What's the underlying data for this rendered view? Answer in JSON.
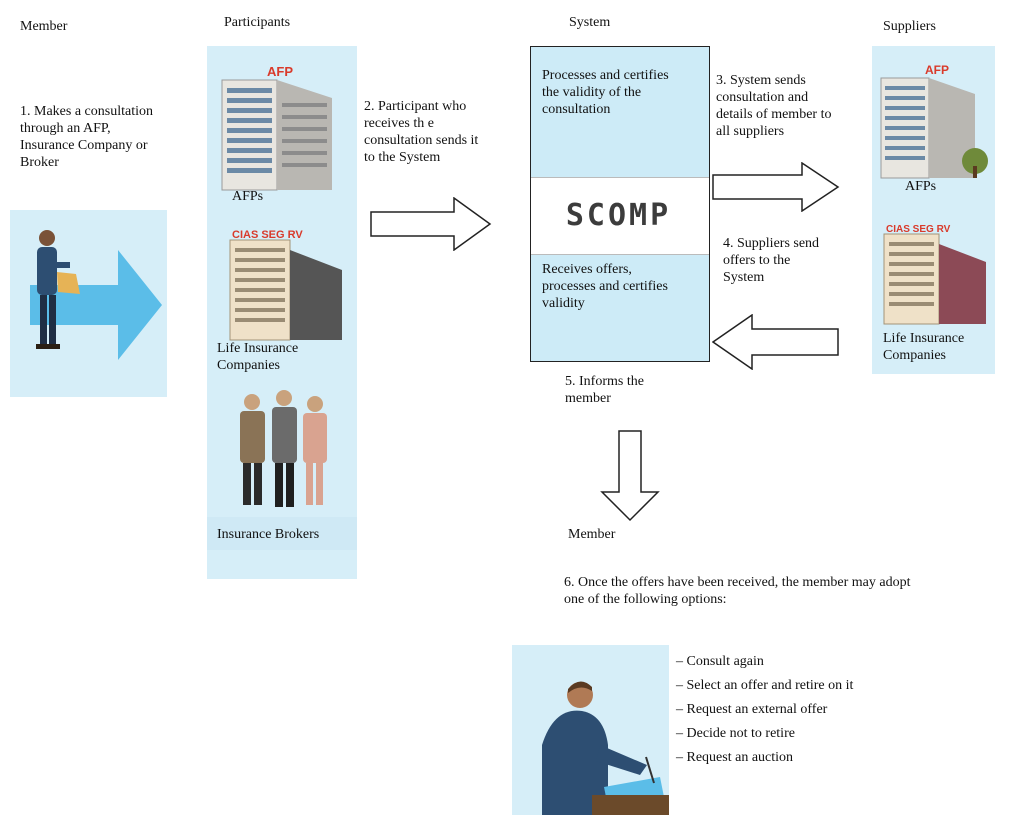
{
  "headers": {
    "member": "Member",
    "participants": "Participants",
    "system": "System",
    "suppliers": "Suppliers",
    "member_bottom": "Member"
  },
  "steps": {
    "step1": [
      "1. Makes a consultation",
      "through an AFP,",
      "Insurance Company or",
      "Broker"
    ],
    "step2": [
      "2. Participant who",
      "receives th e",
      "consultation sends it",
      "to the System"
    ],
    "step3": [
      "3. System sends",
      "consultation and",
      "details of member to",
      "all suppliers"
    ],
    "step4": [
      "4. Suppliers send",
      "offers to the",
      "System"
    ],
    "step5": [
      "5. Informs the",
      "member"
    ],
    "step6": [
      "6. Once the offers have been received, the member may adopt",
      "one of the following options:"
    ]
  },
  "participants": {
    "afps": "AFPs",
    "life_insurance": [
      "Life Insurance",
      "Companies"
    ],
    "brokers": "Insurance Brokers"
  },
  "suppliers": {
    "afps": "AFPs",
    "life_insurance": [
      "Life Insurance",
      "Companies"
    ]
  },
  "system_box": {
    "top_text": [
      "Processes and certifies",
      "the validity of the",
      "consultation"
    ],
    "logo": "SCOMP",
    "bottom_text": [
      "Receives offers,",
      "processes and certifies",
      "validity"
    ]
  },
  "building_signs": {
    "afp": "AFP",
    "insurer": "CIAS SEG RV"
  },
  "options": [
    "Consult again",
    "Select an offer and retire on it",
    "Request an external offer",
    "Decide not to retire",
    "Request an auction"
  ],
  "colors": {
    "panel": "#d6eef8",
    "system_box": "#cdebf7",
    "member_arrow": "#5bbde8",
    "accent_red": "#d93a2b"
  }
}
